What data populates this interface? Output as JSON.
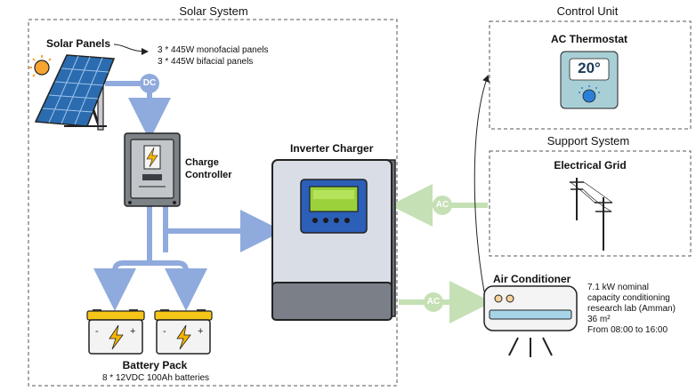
{
  "solar_system": {
    "title": "Solar System",
    "solar_panels": {
      "label": "Solar Panels",
      "notes": [
        "3 * 445W monofacial panels",
        "3 * 445W bifacial panels"
      ]
    },
    "dc_badge": "DC",
    "charge_controller": {
      "line1": "Charge",
      "line2": "Controller"
    },
    "inverter_charger": {
      "label": "Inverter Charger"
    },
    "battery_pack": {
      "label": "Battery Pack",
      "spec": "8 * 12VDC 100Ah batteries"
    }
  },
  "control_unit": {
    "title": "Control Unit",
    "thermostat": {
      "label": "AC Thermostat",
      "display": "20°"
    }
  },
  "support_system": {
    "title": "Support System",
    "grid": {
      "label": "Electrical Grid"
    }
  },
  "ac_badges": {
    "top": "AC",
    "bottom": "AC"
  },
  "air_conditioner": {
    "label": "Air Conditioner",
    "details": [
      "7.1 kW nominal",
      "capacity conditioning",
      "research lab (Amman)",
      "36 m²",
      "From 08:00 to 16:00"
    ]
  },
  "colors": {
    "dc_blue": "#8faadc",
    "ac_green": "#c5e0b4",
    "dashed_border": "#555555",
    "inverter_body": "#d8dde6",
    "lcd_green": "#9bd23c"
  }
}
